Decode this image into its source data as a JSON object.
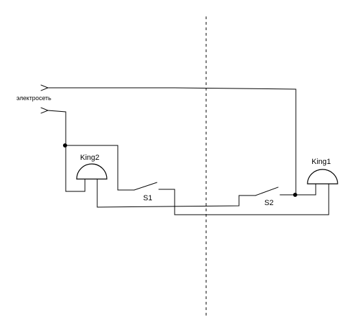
{
  "labels": {
    "mains": "электросеть",
    "bell_left": "King2",
    "bell_right": "King1",
    "switch_left": "S1",
    "switch_right": "S2"
  },
  "colors": {
    "line": "#000000",
    "background": "#ffffff"
  }
}
